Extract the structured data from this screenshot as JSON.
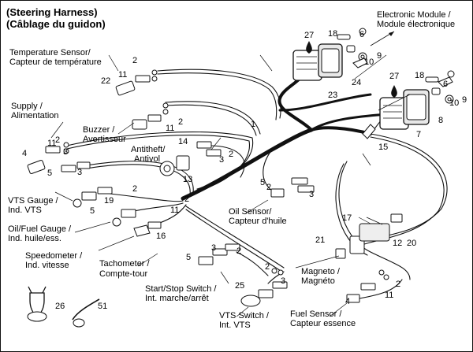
{
  "title": {
    "line1": "(Steering Harness)",
    "line2": "(Câblage du guidon)"
  },
  "labels": {
    "temp": [
      "Temperature Sensor/",
      "Capteur de température"
    ],
    "supply": [
      "Supply /",
      "Alimentation"
    ],
    "buzzer": [
      "Buzzer /",
      "Avertisseur"
    ],
    "antitheft": [
      "Antitheft/",
      "Antivol"
    ],
    "vts_gauge": [
      "VTS Gauge /",
      "Ind. VTS"
    ],
    "oil_gauge": [
      "Oil/Fuel Gauge /",
      "Ind. huile/ess."
    ],
    "speedo": [
      "Speedometer /",
      "Ind. vitesse"
    ],
    "tacho": [
      "Tachometer /",
      "Compte-tour"
    ],
    "start_stop": [
      "Start/Stop Switch /",
      "Int. marche/arrêt"
    ],
    "vts_switch": [
      "VTS Switch /",
      "Int. VTS"
    ],
    "oil_sensor": [
      "Oil Sensor/",
      "Capteur d'huile"
    ],
    "ecm": [
      "Electronic Module /",
      "Module électronique"
    ],
    "magneto": [
      "Magneto /",
      "Magnéto"
    ],
    "fuel_sensor": [
      "Fuel Sensor /",
      "Capteur essence"
    ]
  },
  "part_numbers": [
    "1",
    "2",
    "3",
    "4",
    "5",
    "6",
    "7",
    "8",
    "9",
    "10",
    "11",
    "12",
    "13",
    "14",
    "15",
    "16",
    "17",
    "18",
    "19",
    "20",
    "21",
    "22",
    "23",
    "24",
    "25",
    "26",
    "27",
    "51"
  ],
  "colors": {
    "ink": "#111111",
    "paper": "#ffffff",
    "grey": "#9a9a9a"
  }
}
